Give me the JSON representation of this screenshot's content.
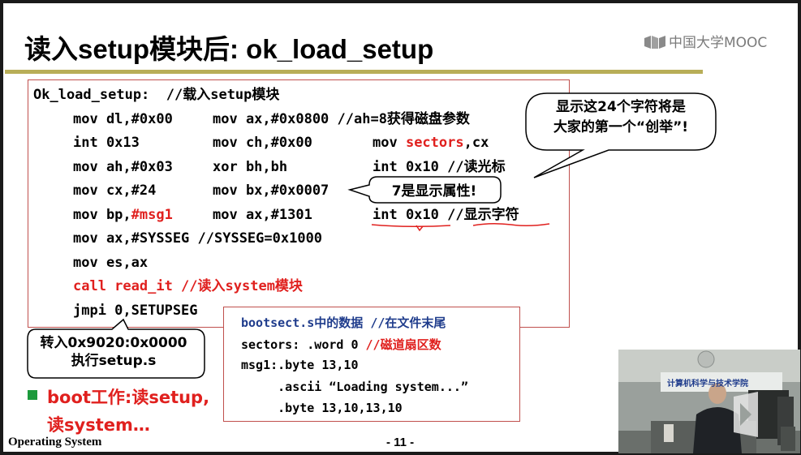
{
  "slide": {
    "title": "读入setup模块后: ok_load_setup",
    "logo_text": "中国大学MOOC",
    "footer_left": "Operating System",
    "page_number": "- 11 -"
  },
  "code_lines": [
    "Ok_load_setup:  //载入setup模块",
    "mov dl,#0x00",
    "mov ax,#0x0800 //ah=8获得磁盘参数",
    "int 0x13",
    "mov ch,#0x00",
    "mov ",
    "sectors",
    ",cx",
    "mov ah,#0x03",
    "xor bh,bh",
    "int 0x10 //读光标",
    "mov cx,#24",
    "mov bx,#0x0007",
    "mov bp,",
    "#msg1",
    "mov ax,#1301",
    "int 0x10 //显示字符",
    "mov ax,#SYSSEG //SYSSEG=0x1000",
    "mov es,ax",
    "call read_it //读入system模块",
    "jmpi 0,SETUPSEG"
  ],
  "callouts": {
    "chars_line1": "显示这24个字符将是",
    "chars_line2": "大家的第一个“创举”!",
    "attr": "7是显示属性!",
    "jump_line1": "转入0x9020:0x0000",
    "jump_line2": "执行setup.s"
  },
  "data_section": [
    "bootsect.s中的数据 //在文件末尾",
    "sectors: .word 0 ",
    "//磁道扇区数",
    "msg1:.byte 13,10",
    "     .ascii “Loading system...”",
    "     .byte 13,10,13,10"
  ],
  "bullet": {
    "line1": "boot工作:读setup,",
    "line2": "读system…"
  },
  "video": {
    "sign_text": "计算机科学与技术学院"
  },
  "colors": {
    "accent_red": "#e0201e",
    "title_rule": "#b8ae58",
    "bullet_green": "#1c9a3c",
    "comment_blue": "#1f3c8c"
  }
}
